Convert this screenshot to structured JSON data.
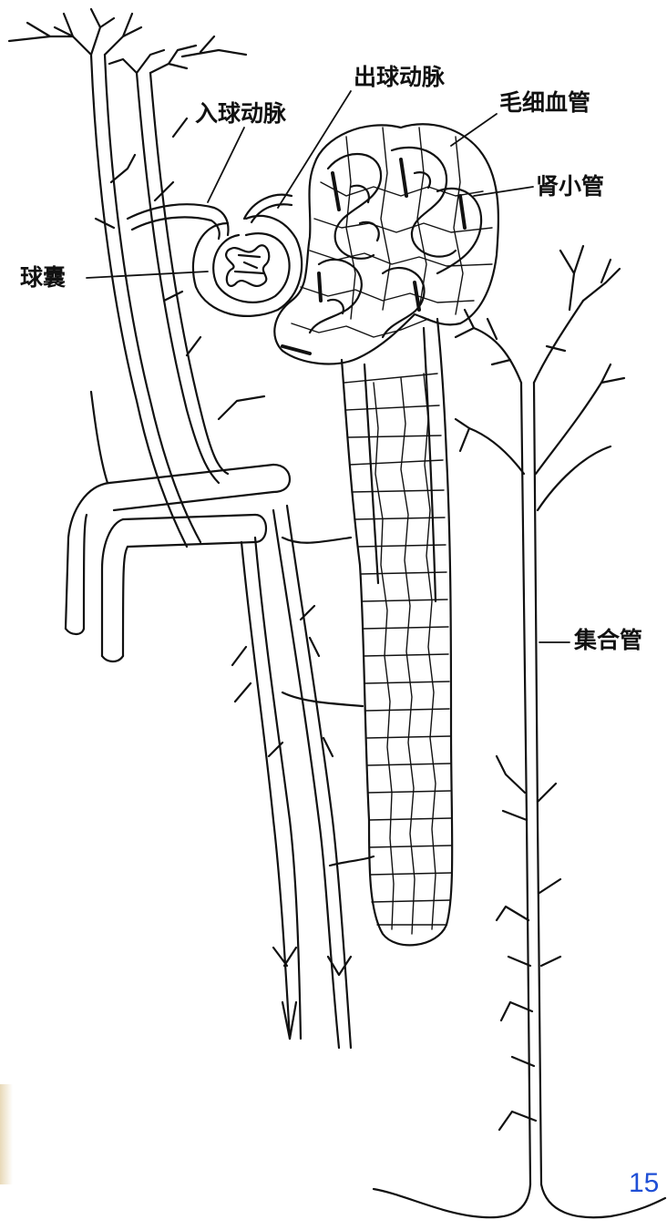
{
  "labels": {
    "afferent_arteriole": "入球动脉",
    "efferent_arteriole": "出球动脉",
    "capillary": "毛细血管",
    "renal_tubule": "肾小管",
    "glomerular_capsule": "球囊",
    "collecting_duct": "集合管"
  },
  "page_number": "15",
  "colors": {
    "line": "#111111",
    "page_number": "#1f4fd6"
  }
}
